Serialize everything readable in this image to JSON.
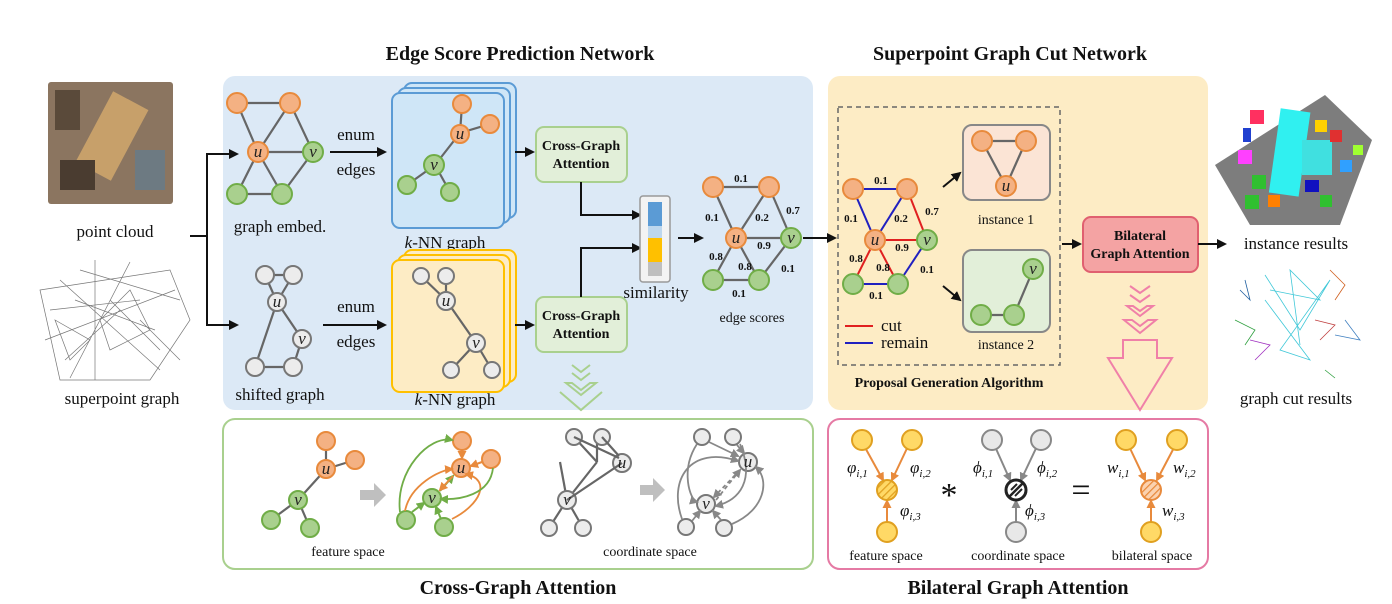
{
  "titles": {
    "edge_score_net": "Edge Score Prediction Network",
    "graph_cut_net": "Superpoint Graph Cut Network",
    "cross_graph": "Cross-Graph Attention",
    "bilateral": "Bilateral Graph Attention"
  },
  "labels": {
    "point_cloud": "point cloud",
    "superpoint_graph": "superpoint graph",
    "graph_embed": "graph embed.",
    "shifted_graph": "shifted graph",
    "enum": "enum",
    "edges": "edges",
    "knn_k": "k",
    "knn_rest": "-NN graph",
    "cga_line1": "Cross-Graph",
    "cga_line2": "Attention",
    "similarity": "similarity",
    "edge_scores": "edge scores",
    "instance1": "instance 1",
    "instance2": "instance 2",
    "cut": "cut",
    "remain": "remain",
    "proposal_gen": "Proposal Generation Algorithm",
    "bga_line1": "Bilateral",
    "bga_line2": "Graph Attention",
    "instance_results": "instance results",
    "graph_cut_results": "graph cut results",
    "feature_space": "feature space",
    "coordinate_space": "coordinate space",
    "bilateral_space": "bilateral space",
    "node_u": "u",
    "node_v": "v"
  },
  "edge_scores": {
    "top": "0.1",
    "left": "0.1",
    "center_top": "0.2",
    "right": "0.7",
    "uv": "0.9",
    "bottom_left": "0.8",
    "center_bottom": "0.8",
    "bottom_right": "0.1",
    "bottom": "0.1"
  },
  "formula": {
    "phi1": "φ",
    "phi1_sub": "i,1",
    "phi2": "φ",
    "phi2_sub": "i,2",
    "phi3": "φ",
    "phi3_sub": "i,3",
    "Phi1": "ϕ",
    "Phi1_sub": "i,1",
    "Phi2": "ϕ",
    "Phi2_sub": "i,2",
    "Phi3": "ϕ",
    "Phi3_sub": "i,3",
    "w1": "w",
    "w1_sub": "i,1",
    "w2": "w",
    "w2_sub": "i,2",
    "w3": "w",
    "w3_sub": "i,3",
    "times": "*",
    "equals": "="
  },
  "colors": {
    "blue_panel": "#dce9f6",
    "yellow_panel": "#fdecc5",
    "green_border": "#a9d08e",
    "pink_border": "#e57aa4",
    "orange_node": "#f4b183",
    "green_node": "#a9d08e",
    "gray_node": "#e8e8e8",
    "yellow_node": "#ffd966",
    "cut_red": "#e02020",
    "remain_blue": "#2020c0"
  }
}
